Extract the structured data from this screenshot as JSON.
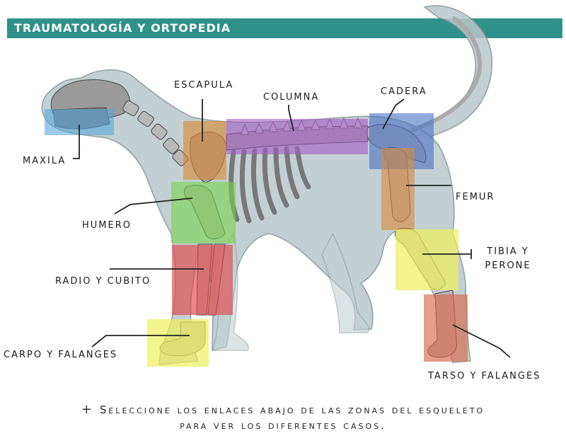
{
  "header": {
    "title": "TRAUMATOLOGÍA Y ORTOPEDIA"
  },
  "labels": {
    "maxila": "MAXILA",
    "escapula": "ESCAPULA",
    "columna": "COLUMNA",
    "cadera": "CADERA",
    "femur": "FEMUR",
    "humero": "HUMERO",
    "tibia_line1": "TIBIA Y",
    "tibia_line2": "PERONE",
    "radio": "RADIO Y CUBITO",
    "carpo": "CARPO Y FALANGES",
    "tarso": "TARSO Y FALANGES"
  },
  "footer": {
    "line1": "Seleccione los enlaces abajo de las zonas del esqueleto",
    "line2": "para ver los diferentes casos."
  },
  "colors": {
    "header": "#2e918a",
    "maxila": "#5aa7d8",
    "escapula": "#d98a3c",
    "columna": "#a25bc4",
    "cadera": "#4a6fc4",
    "femur": "#d98a3c",
    "humero": "#77d44b",
    "tibia": "#eef05a",
    "radio": "#e0474c",
    "carpo": "#eef05a",
    "tarso": "#d9684a"
  }
}
